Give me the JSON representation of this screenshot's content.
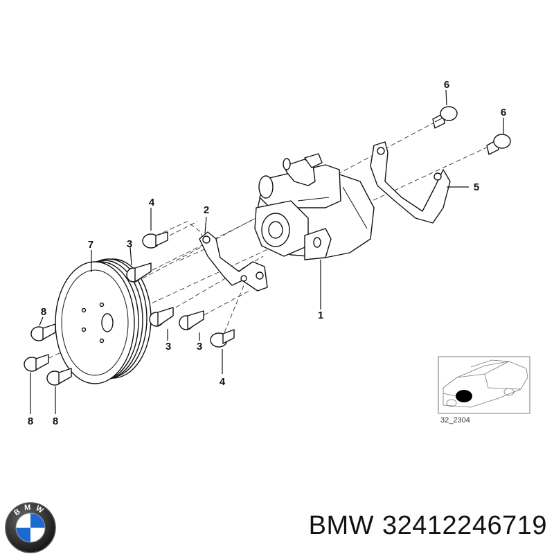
{
  "callouts": {
    "c1": "1",
    "c2": "2",
    "c3a": "3",
    "c3b": "3",
    "c3c": "3",
    "c4a": "4",
    "c4b": "4",
    "c5": "5",
    "c6a": "6",
    "c6b": "6",
    "c7": "7",
    "c8a": "8",
    "c8b": "8",
    "c8c": "8"
  },
  "inset": {
    "code": "32_2304"
  },
  "footer": {
    "brand": "BMW",
    "part_number": "32412246719"
  },
  "logo": {
    "letters": "BMW",
    "colors": {
      "blue": "#1c69d4",
      "ring": "#111111"
    }
  }
}
